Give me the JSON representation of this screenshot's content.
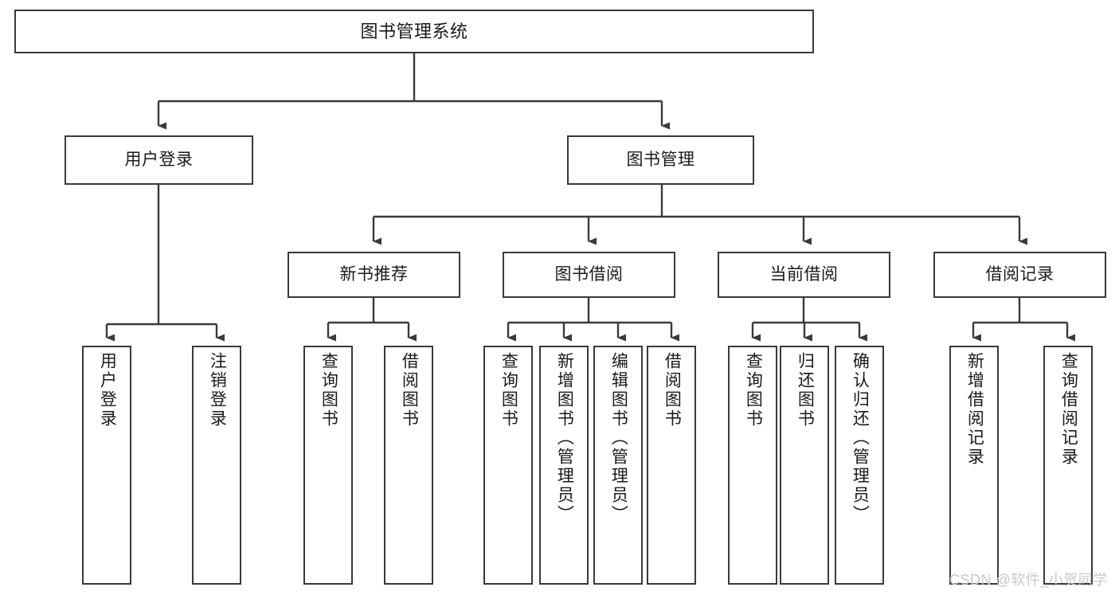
{
  "diagram": {
    "title": "图书管理系统",
    "type": "tree-hierarchy-chart",
    "root": {
      "label": "图书管理系统"
    },
    "level2": [
      {
        "label": "用户登录"
      },
      {
        "label": "图书管理"
      }
    ],
    "level3": [
      {
        "label": "新书推荐"
      },
      {
        "label": "图书借阅"
      },
      {
        "label": "当前借阅"
      },
      {
        "label": "借阅记录"
      }
    ],
    "leaves": {
      "user_login": [
        {
          "label": "用户登录"
        },
        {
          "label": "注销登录"
        }
      ],
      "new_book_recommend": [
        {
          "label": "查询图书"
        },
        {
          "label": "借阅图书"
        }
      ],
      "book_borrow": [
        {
          "label": "查询图书"
        },
        {
          "label": "新增图书（管理员）"
        },
        {
          "label": "编辑图书（管理员）"
        },
        {
          "label": "借阅图书"
        }
      ],
      "current_borrow": [
        {
          "label": "查询图书"
        },
        {
          "label": "归还图书"
        },
        {
          "label": "确认归还（管理员）"
        }
      ],
      "borrow_record": [
        {
          "label": "新增借阅记录"
        },
        {
          "label": "查询借阅记录"
        }
      ]
    }
  },
  "watermark": {
    "text": "CSDN @软件_小贺同学"
  },
  "colors": {
    "border": "#3a3a3a",
    "background": "#ffffff",
    "text": "#1a1a1a",
    "watermark": "#c9c9c9"
  }
}
